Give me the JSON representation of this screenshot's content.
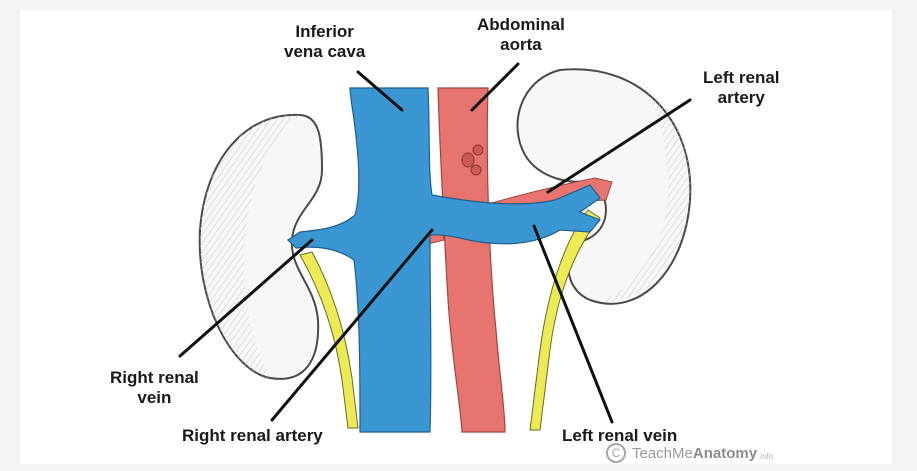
{
  "labels": {
    "ivc": [
      "Inferior",
      "vena cava"
    ],
    "aorta": [
      "Abdominal",
      "aorta"
    ],
    "left_renal_artery": [
      "Left renal",
      "artery"
    ],
    "right_renal_vein": [
      "Right renal",
      "vein"
    ],
    "right_renal_artery": "Right renal artery",
    "left_renal_vein": "Left renal vein"
  },
  "watermark": {
    "symbol": "C",
    "brand_light": "TeachMe",
    "brand_bold": "Anatomy",
    "suffix": ".info"
  },
  "colors": {
    "vein": "#3a97d4",
    "artery": "#e8746f",
    "ureter": "#ecea55",
    "kidney_outline": "#555555"
  }
}
